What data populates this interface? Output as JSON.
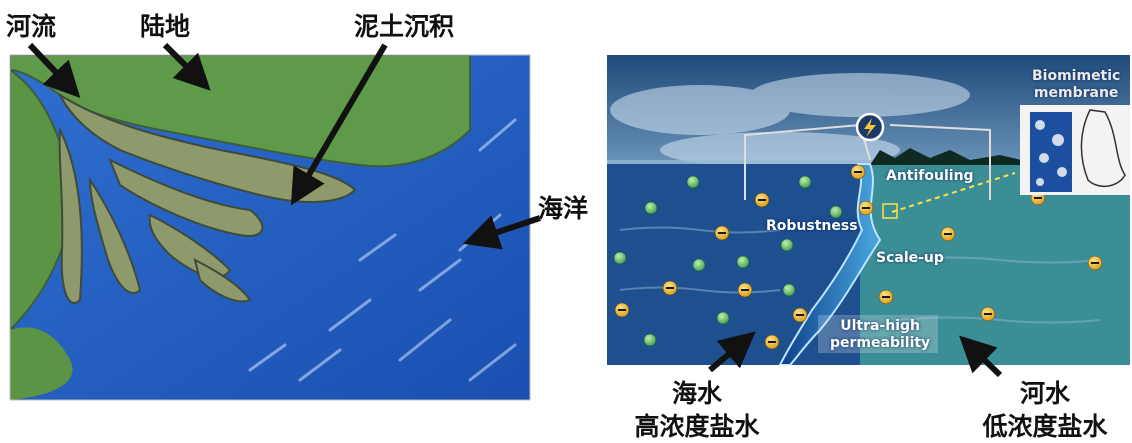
{
  "left_panel": {
    "label_river": "河流",
    "label_land": "陆地",
    "label_sediment": "泥土沉积",
    "label_ocean": "海洋"
  },
  "right_panel": {
    "label_membrane_line1": "Biomimetic",
    "label_membrane_line2": "membrane",
    "label_antifouling": "Antifouling",
    "label_robustness": "Robustness",
    "label_scaleup": "Scale-up",
    "label_perm_line1": "Ultra-high",
    "label_perm_line2": "permeability",
    "caption_sea_line1": "海水",
    "caption_sea_line2": "高浓度盐水",
    "caption_river_line1": "河水",
    "caption_river_line2": "低浓度盐水"
  }
}
